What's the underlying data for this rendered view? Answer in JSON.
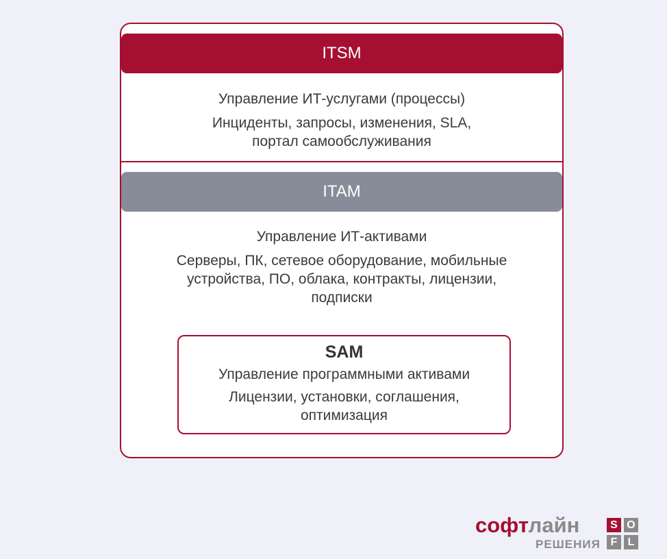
{
  "itsm": {
    "label": "ITSM",
    "subtitle": "Управление ИТ-услугами (процессы)",
    "detail": "Инциденты, запросы, изменения, SLA,\nпортал самообслуживания",
    "color": "#a50f31"
  },
  "itam": {
    "label": "ITAM",
    "subtitle": "Управление ИТ-активами",
    "detail": "Серверы, ПК, сетевое оборудование, мобильные\nустройства,  ПО, облака, контракты, лицензии,\nподписки",
    "color": "#878c98"
  },
  "sam": {
    "label": "SAM",
    "subtitle": "Управление программными активами",
    "detail": "Лицензии, установки, соглашения,\nоптимизация"
  },
  "logo": {
    "word_part1": "софт",
    "word_part2": "лайн",
    "sub": "РЕШЕНИЯ",
    "grid_letters": [
      "S",
      "O",
      "F",
      "L"
    ],
    "brand_color": "#a50f31",
    "gray_color": "#8a8a8a"
  }
}
